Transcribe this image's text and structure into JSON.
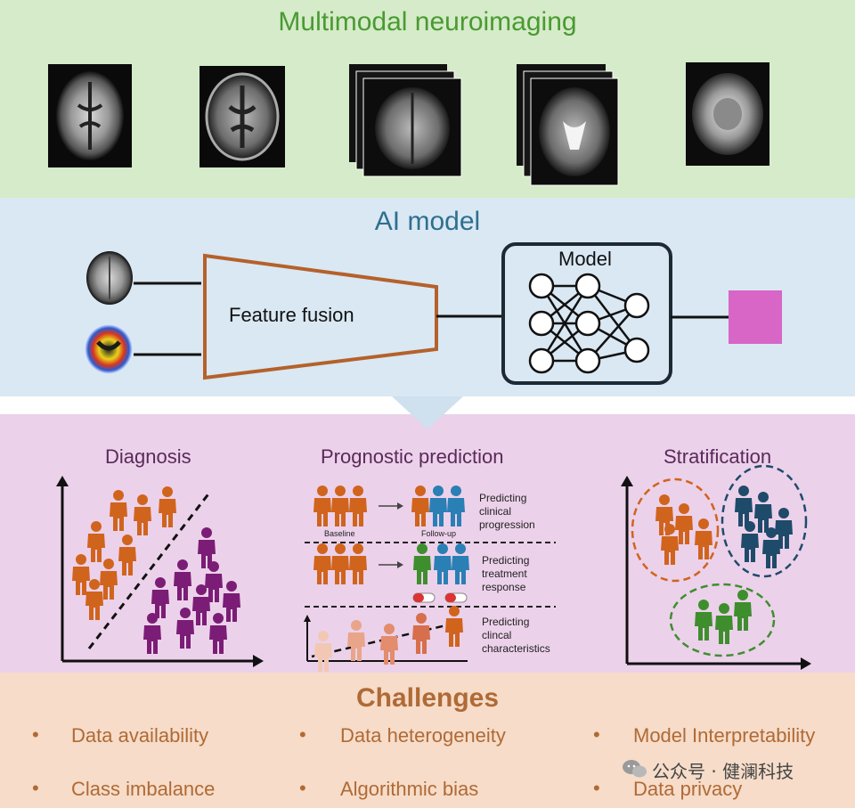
{
  "sections": {
    "imaging_title": "Multimodal neuroimaging",
    "ai_title": "AI model",
    "feature_fusion": "Feature fusion",
    "model": "Model",
    "diagnosis": "Diagnosis",
    "prognosis": "Prognostic prediction",
    "stratification": "Stratification",
    "challenges_title": "Challenges"
  },
  "prognosis_rows": {
    "baseline": "Baseline",
    "follow_up": "Follow-up",
    "row1": "Predicting\nclinical\nprogression",
    "row2": "Predicting\ntreatment\nresponse",
    "row3": "Predicting\nclincal\ncharacteristics"
  },
  "challenges": [
    "Data availability",
    "Data heterogeneity",
    "Model Interpretability",
    "Class imbalance",
    "Algorithmic bias",
    "Data privacy"
  ],
  "watermark": "公众号 · 健澜科技",
  "colors": {
    "orange": "#d0641d",
    "purple": "#7b1d76",
    "blue": "#2a7fb5",
    "navy": "#1f4b6b",
    "green": "#3e8e2e",
    "output": "#d766c6",
    "funnel": "#b5612b"
  }
}
